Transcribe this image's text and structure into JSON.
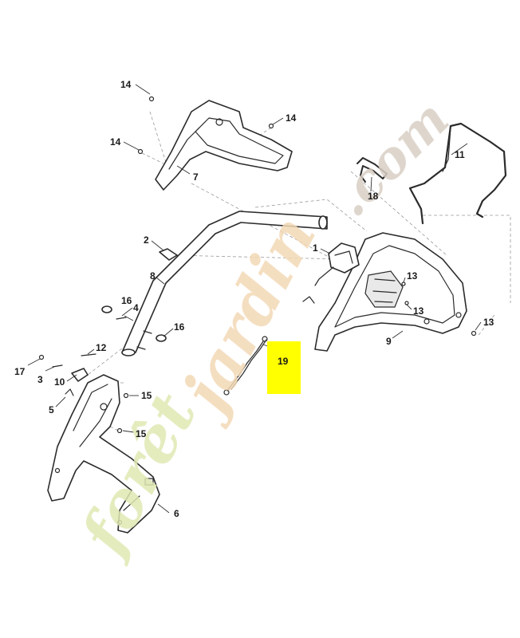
{
  "diagram": {
    "watermark": "foretjardin.com",
    "highlight_color": "#ffff00",
    "watermark_colors": {
      "foret": "#dfe9b3",
      "jardin": "#f3d9b5",
      "com": "#d8cfc4"
    },
    "callouts": {
      "c1": "1",
      "c2": "2",
      "c3": "3",
      "c4": "4",
      "c5": "5",
      "c6": "6",
      "c7": "7",
      "c8": "8",
      "c9": "9",
      "c10": "10",
      "c11": "11",
      "c12": "12",
      "c13a": "13",
      "c13b": "13",
      "c13c": "13",
      "c14a": "14",
      "c14b": "14",
      "c14c": "14",
      "c15a": "15",
      "c15b": "15",
      "c16a": "16",
      "c16b": "16",
      "c17": "17",
      "c18": "18",
      "c19": "19"
    }
  }
}
